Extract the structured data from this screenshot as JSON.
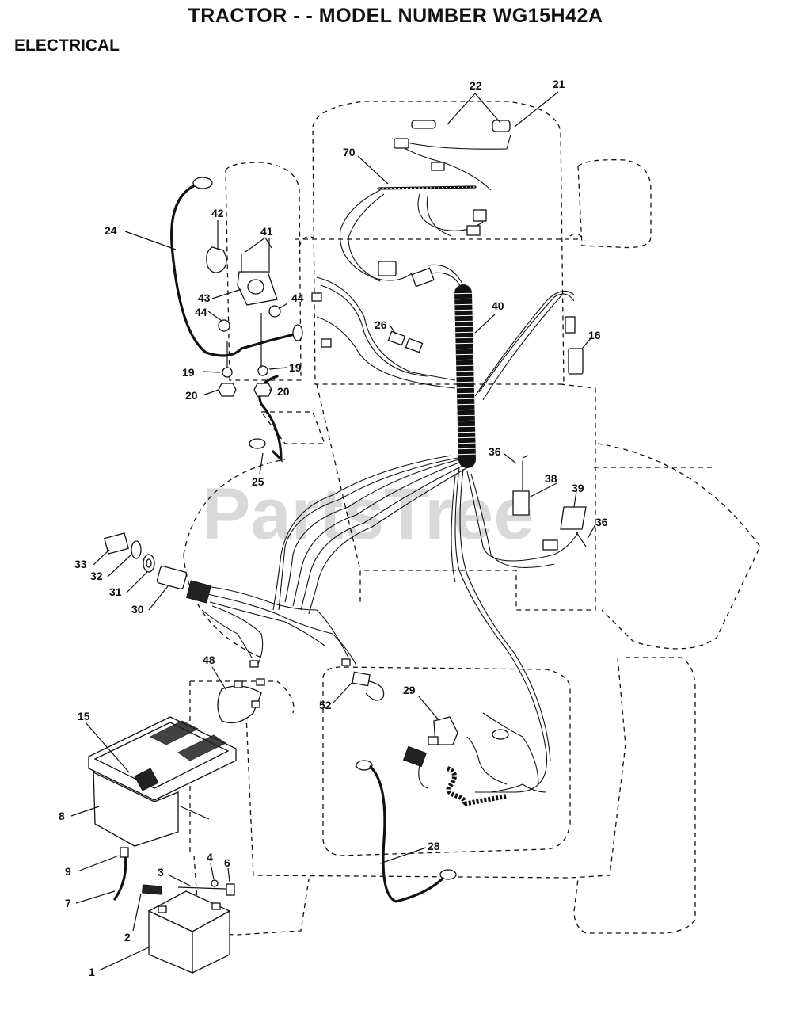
{
  "header": {
    "title": "TRACTOR - - MODEL NUMBER WG15H42A",
    "section": "ELECTRICAL"
  },
  "watermark": "PartsTree",
  "labels": {
    "p1": "1",
    "p2": "2",
    "p3": "3",
    "p4": "4",
    "p6": "6",
    "p7": "7",
    "p8": "8",
    "p9": "9",
    "p15": "15",
    "p16": "16",
    "p19a": "19",
    "p19b": "19",
    "p20a": "20",
    "p20b": "20",
    "p21": "21",
    "p22": "22",
    "p24": "24",
    "p25": "25",
    "p26": "26",
    "p28": "28",
    "p29": "29",
    "p30": "30",
    "p31": "31",
    "p32": "32",
    "p33": "33",
    "p36a": "36",
    "p36b": "36",
    "p38": "38",
    "p39": "39",
    "p40": "40",
    "p41": "41",
    "p42": "42",
    "p43": "43",
    "p44a": "44",
    "p44b": "44",
    "p48": "48",
    "p52": "52",
    "p70": "70"
  }
}
